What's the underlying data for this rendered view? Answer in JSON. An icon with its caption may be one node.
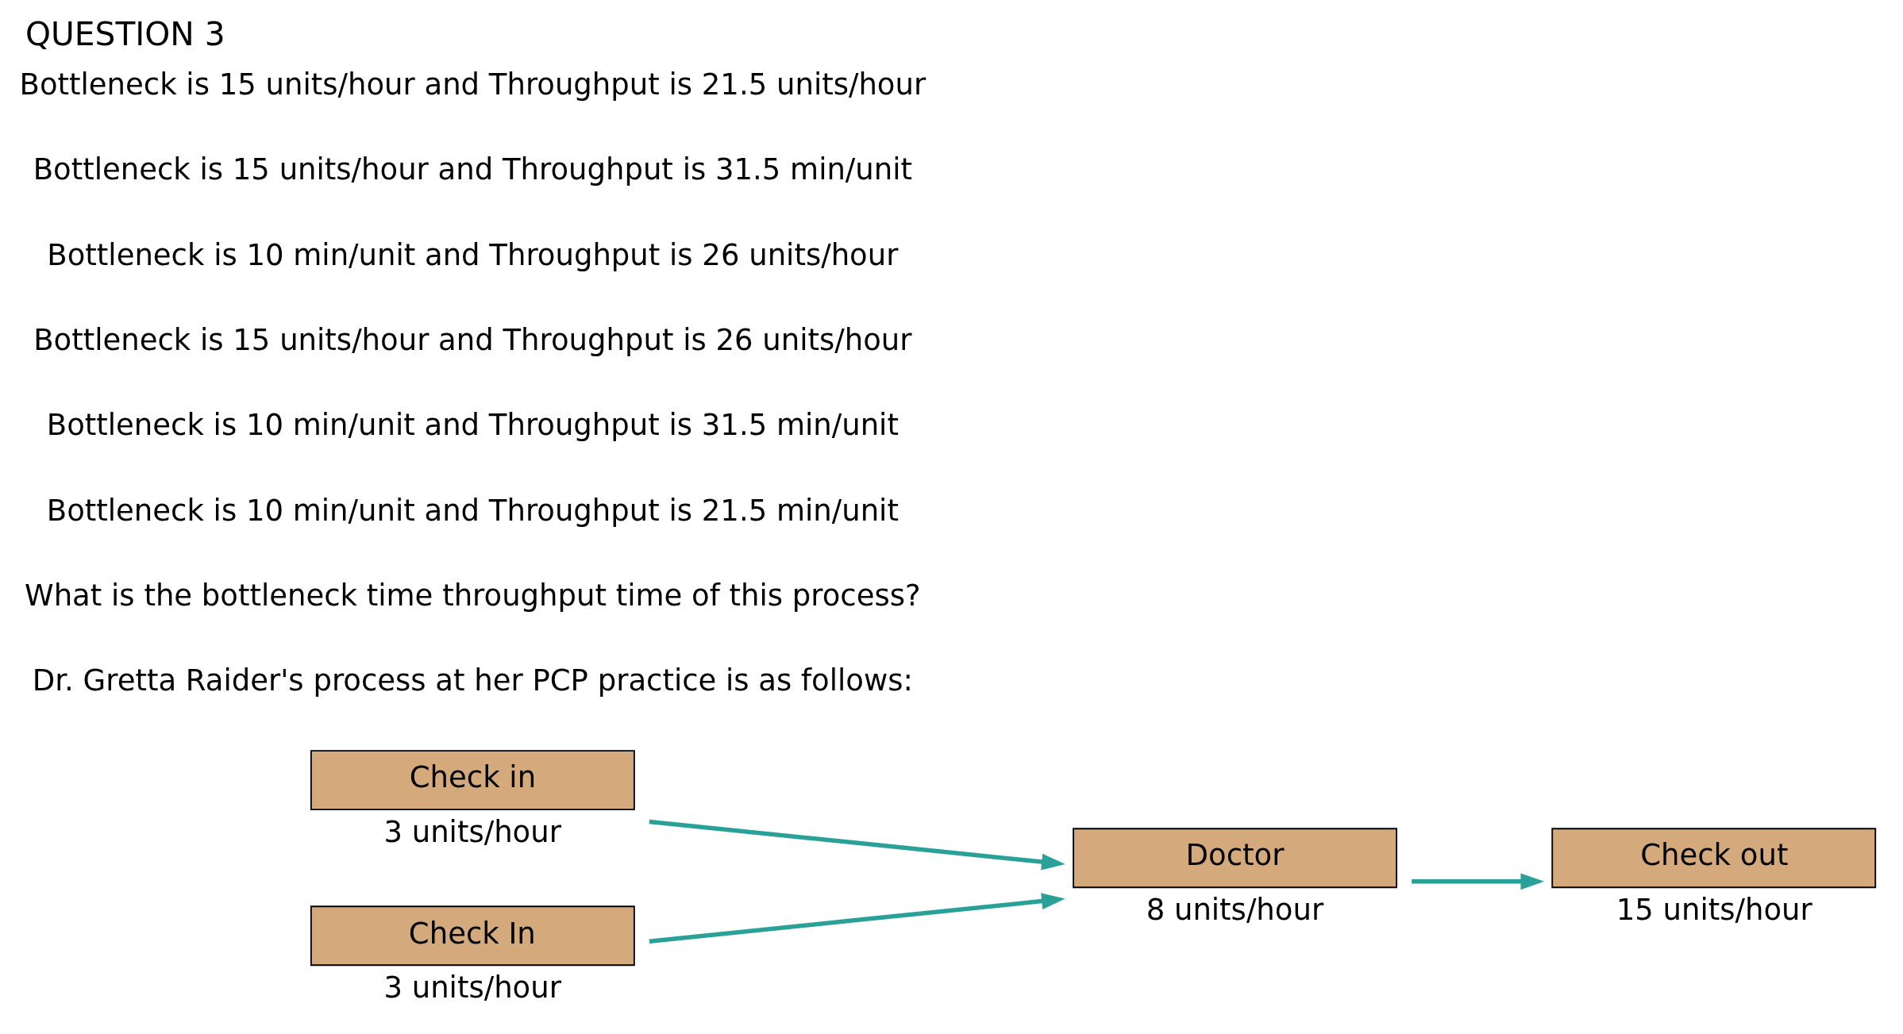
{
  "diagram": {
    "title": "QUESTION 3",
    "nodes": [
      {
        "text": [
          "Check in"
        ],
        "beside": [
          "3 units/hour"
        ]
      },
      {
        "text": [
          "Check In"
        ],
        "beside": [
          "3 units/hour"
        ]
      },
      {
        "text": [
          "Doctor"
        ],
        "beside": [
          "8 units/hour"
        ]
      },
      {
        "text": [
          "Check out"
        ],
        "beside": [
          "15 units/hour"
        ]
      }
    ],
    "edges": [
      {
        "from": 0,
        "to": 2,
        "arrow": "to"
      },
      {
        "from": 1,
        "to": 2,
        "arrow": "to"
      },
      {
        "from": 2,
        "to": 3,
        "arrow": "to"
      }
    ],
    "labels": [
      "Dr. Gretta Raider's process at her PCP practice is as follows:",
      "What is the bottleneck time throughput time of this process?",
      "Bottleneck is 10 min/unit and Throughput is 21.5 min/unit",
      "Bottleneck is 10 min/unit and Throughput is 31.5 min/unit",
      "Bottleneck is 15 units/hour and Throughput is 26 units/hour",
      "Bottleneck is 10 min/unit and Throughput is 26 units/hour",
      "Bottleneck is 15 units/hour and Throughput is 31.5 min/unit",
      "Bottleneck is 15 units/hour and Throughput is 21.5 units/hour"
    ]
  }
}
